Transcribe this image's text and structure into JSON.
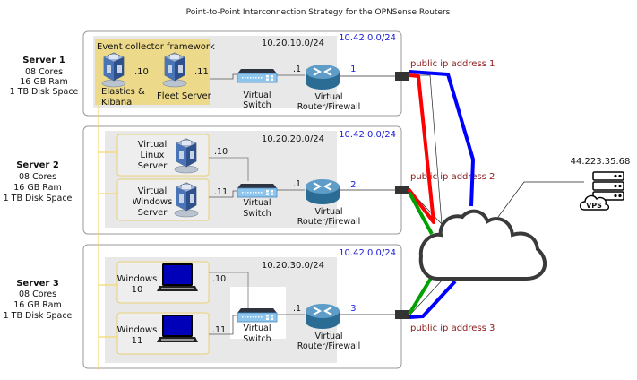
{
  "title": "Point-to-Point Interconnection Strategy for the OPNSense Routers",
  "servers": [
    {
      "name": "Server 1",
      "specs": [
        "08 Cores",
        "16 GB Ram",
        "1 TB Disk Space"
      ],
      "wan_subnet": "10.42.0.0/24",
      "lan_subnet": "10.20.10.0/24",
      "group_label": "Event collector framework",
      "hosts": [
        {
          "label_lines": [
            "Elastics &",
            "Kibana"
          ],
          "ip": ".10",
          "icon": "virtualbox-icon"
        },
        {
          "label_lines": [
            "Fleet Server"
          ],
          "ip": ".11",
          "icon": "virtualbox-icon"
        }
      ],
      "switch_label": [
        "Virtual",
        "Switch"
      ],
      "router_label": [
        "Virtual",
        "Router/Firewall"
      ],
      "router_lan_ip": ".1",
      "router_wan_ip": ".1",
      "public_ip_label": "public ip address 1"
    },
    {
      "name": "Server 2",
      "specs": [
        "08 Cores",
        "16 GB Ram",
        "1 TB Disk Space"
      ],
      "wan_subnet": "10.42.0.0/24",
      "lan_subnet": "10.20.20.0/24",
      "hosts": [
        {
          "label_lines": [
            "Virtual",
            "Linux",
            "Server"
          ],
          "ip": ".10",
          "icon": "virtualbox-icon"
        },
        {
          "label_lines": [
            "Virtual",
            "Windows",
            "Server"
          ],
          "ip": ".11",
          "icon": "virtualbox-icon"
        }
      ],
      "switch_label": [
        "Virtual",
        "Switch"
      ],
      "router_label": [
        "Virtual",
        "Router/Firewall"
      ],
      "router_lan_ip": ".1",
      "router_wan_ip": ".2",
      "public_ip_label": "public ip address 2"
    },
    {
      "name": "Server 3",
      "specs": [
        "08 Cores",
        "16 GB Ram",
        "1 TB Disk Space"
      ],
      "wan_subnet": "10.42.0.0/24",
      "lan_subnet": "10.20.30.0/24",
      "hosts": [
        {
          "label_lines": [
            "Windows",
            "10"
          ],
          "ip": ".10",
          "icon": "laptop-icon"
        },
        {
          "label_lines": [
            "Windows",
            "11"
          ],
          "ip": ".11",
          "icon": "laptop-icon"
        }
      ],
      "switch_label": [
        "Virtual",
        "Switch"
      ],
      "router_label": [
        "Virtual",
        "Router/Firewall"
      ],
      "router_lan_ip": ".1",
      "router_wan_ip": ".3",
      "public_ip_label": "public ip address 3"
    }
  ],
  "vps": {
    "ip": "44.223.35.68",
    "label": "VPS"
  },
  "colors": {
    "link_red": "#ff0000",
    "link_blue": "#0000ff",
    "link_green": "#00a000",
    "bus_yellow": "#f5d76e",
    "group_fill": "#ecd98a",
    "lan_fill": "#e8e8e8",
    "wan_label": "#1a1adb",
    "public_label": "#8b1a1a"
  }
}
